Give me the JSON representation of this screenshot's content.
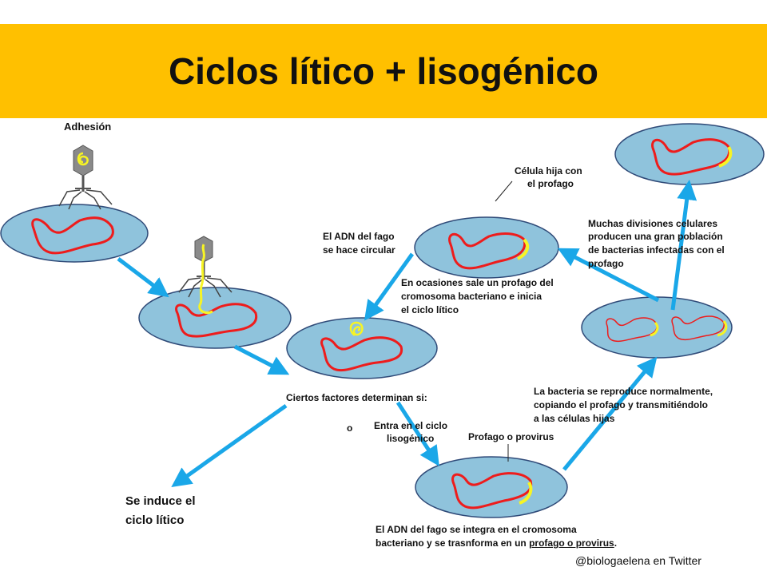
{
  "title": "Ciclos lítico + lisogénico",
  "labels": {
    "adhesion": "Adhesión",
    "hija_line1": "Célula hija con",
    "hija_line2": "el profago",
    "circular_line1": "El ADN del fago",
    "circular_line2": "se hace circular",
    "divisiones_line1": "Muchas divisiones celulares",
    "divisiones_line2": "producen una gran población",
    "divisiones_line3": "de bacterias infectadas con el",
    "divisiones_line4": "profago",
    "ocasiones_line1": "En ocasiones sale un profago del",
    "ocasiones_line2": "cromosoma bacteriano  e inicia",
    "ocasiones_line3": "el ciclo  lítico",
    "factores": "Ciertos factores determinan si:",
    "o": "o",
    "entra_line1": "Entra  en el ciclo",
    "entra_line2": "lisogénico",
    "profago_provirus": "Profago o provirus",
    "reproduce_line1": "La bacteria se reproduce normalmente,",
    "reproduce_line2": "copiando el profago  y transmitiéndolo",
    "reproduce_line3": "a las células hijas",
    "induce_line1": "Se induce el",
    "induce_line2": "ciclo lítico",
    "integra_line1": "El ADN del fago se integra en el cromosoma",
    "integra_line2a": "bacteriano y se trasnforma en un ",
    "integra_line2b": "profago o provirus",
    "integra_line2c": ".",
    "credit": "@biologaelena en Twitter"
  },
  "colors": {
    "banner": "#ffc000",
    "cell_fill": "#8fc3dc",
    "cell_stroke": "#2f4a78",
    "arrow": "#1aa7e8",
    "chromosome": "#ee1c1c",
    "phage_dna": "#f7f424",
    "phage_body": "#8a8a8a"
  }
}
